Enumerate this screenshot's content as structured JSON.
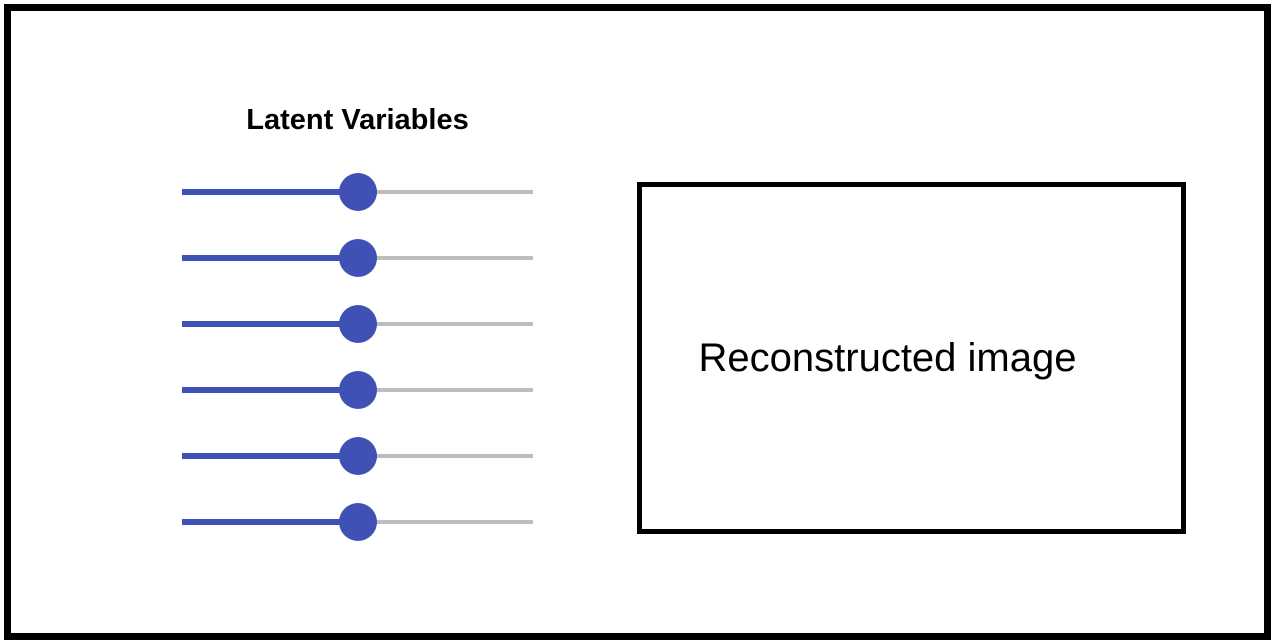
{
  "panel": {
    "title": "Latent Variables"
  },
  "sliders": [
    {
      "name": "latent-slider-1",
      "value": 50,
      "min": 0,
      "max": 100
    },
    {
      "name": "latent-slider-2",
      "value": 50,
      "min": 0,
      "max": 100
    },
    {
      "name": "latent-slider-3",
      "value": 50,
      "min": 0,
      "max": 100
    },
    {
      "name": "latent-slider-4",
      "value": 50,
      "min": 0,
      "max": 100
    },
    {
      "name": "latent-slider-5",
      "value": 50,
      "min": 0,
      "max": 100
    },
    {
      "name": "latent-slider-6",
      "value": 50,
      "min": 0,
      "max": 100
    }
  ],
  "reconstruction": {
    "label": "Reconstructed image"
  },
  "colors": {
    "accent": "#3F51B5",
    "rail": "#BDBDBD",
    "frame": "#000000"
  }
}
